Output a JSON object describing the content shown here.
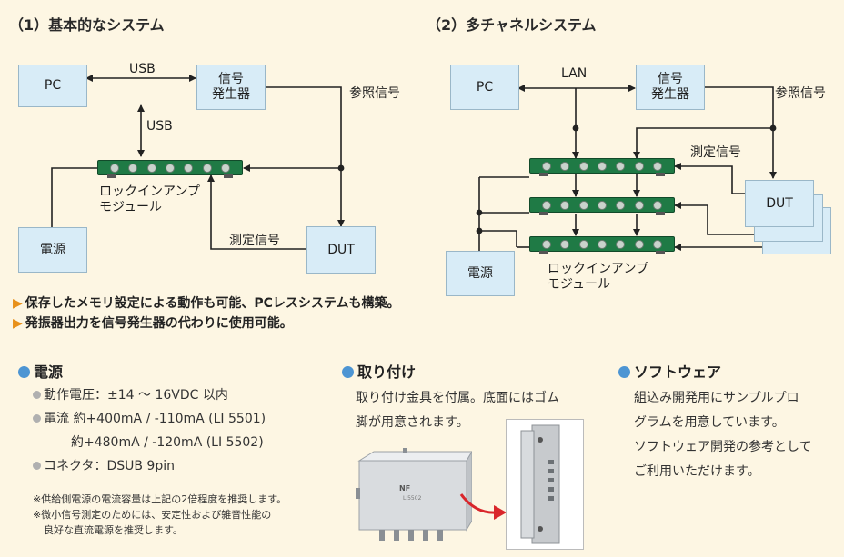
{
  "basic": {
    "title": "（1）基本的なシステム",
    "pc": "PC",
    "siggen": [
      "信号",
      "発生器"
    ],
    "usb_top": "USB",
    "usb_side": "USB",
    "ref": "参照信号",
    "module_label": [
      "ロックインアンプ",
      "モジュール"
    ],
    "power": "電源",
    "dut": "DUT",
    "meas": "測定信号"
  },
  "multi": {
    "title": "（2）多チャネルシステム",
    "pc": "PC",
    "lan": "LAN",
    "siggen": [
      "信号",
      "発生器"
    ],
    "ref": "参照信号",
    "meas": "測定信号",
    "dut": "DUT",
    "power": "電源",
    "module_label": [
      "ロックインアンプ",
      "モジュール"
    ]
  },
  "features": [
    "保存したメモリ設定による動作も可能、PCレスシステムも構築。",
    "発振器出力を信号発生器の代わりに使用可能。"
  ],
  "power_section": {
    "title": "電源",
    "voltage": "動作電圧：±14 ～ 16VDC 以内",
    "current_1": "電流 約+400mA / -110mA (LI 5501)",
    "current_2": "約+480mA / -120mA (LI 5502)",
    "connector": "コネクタ：DSUB 9pin",
    "note_1": "※供給側電源の電流容量は上記の2倍程度を推奨します。",
    "note_2": "※微小信号測定のためには、安定性および雑音性能の",
    "note_3": "良好な直流電源を推奨します。"
  },
  "mount_section": {
    "title": "取り付け",
    "text_1": "取り付け金具を付属。底面にはゴム",
    "text_2": "脚が用意されます。",
    "device_logo": "NF",
    "device_model": "LI5502"
  },
  "software_section": {
    "title": "ソフトウェア",
    "text_1": "組込み開発用にサンプルプロ",
    "text_2": "グラムを用意しています。",
    "text_3": "ソフトウェア開発の参考として",
    "text_4": "ご利用いただけます。"
  },
  "colors": {
    "box_fill": "#d8ecf7",
    "module_green": "#1f7a45",
    "accent_orange": "#e8911b",
    "accent_blue": "#4d95d3",
    "arrow_red": "#d9262b"
  }
}
